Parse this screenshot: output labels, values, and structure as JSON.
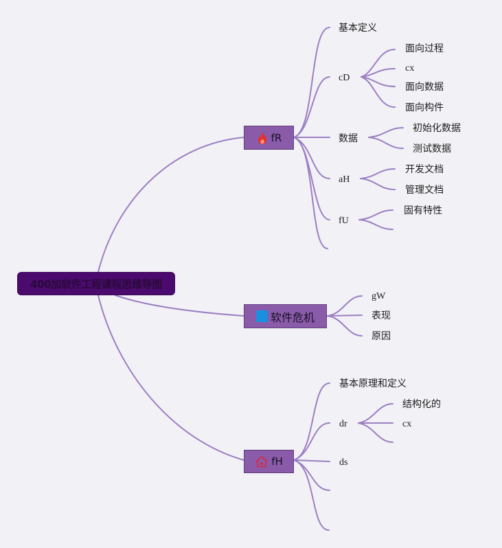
{
  "root": {
    "label": "400加软件工程课程思维导图"
  },
  "branches": [
    {
      "label": "fR",
      "icon": "fire-icon",
      "children": [
        {
          "label": "基本定义",
          "children": []
        },
        {
          "label": "cD",
          "children": [
            "面向过程",
            "cx",
            "面向数据",
            "面向构件"
          ]
        },
        {
          "label": "数据",
          "children": [
            "初始化数据",
            "测试数据"
          ]
        },
        {
          "label": "aH",
          "children": [
            "开发文档",
            "管理文档"
          ]
        },
        {
          "label": "fU",
          "children": [
            "固有特性",
            ""
          ]
        },
        {
          "label": "",
          "children": []
        }
      ]
    },
    {
      "label": "软件危机",
      "icon": "blue-square-icon",
      "children": [
        {
          "label": "gW"
        },
        {
          "label": "表现"
        },
        {
          "label": "原因"
        }
      ]
    },
    {
      "label": "fH",
      "icon": "house-icon",
      "children": [
        {
          "label": "基本原理和定义",
          "children": []
        },
        {
          "label": "dr",
          "children": [
            "结构化的",
            "cx",
            ""
          ]
        },
        {
          "label": "ds",
          "children": []
        },
        {
          "label": "",
          "children": []
        },
        {
          "label": "",
          "children": []
        }
      ]
    }
  ],
  "colors": {
    "line": "#9b7fc2",
    "root": "#4a0a6e",
    "node": "#8a5ba8",
    "background": "#f2f1f6",
    "fire": "#e8302a",
    "square": "#1a8fe0",
    "house": "#d8283e"
  }
}
